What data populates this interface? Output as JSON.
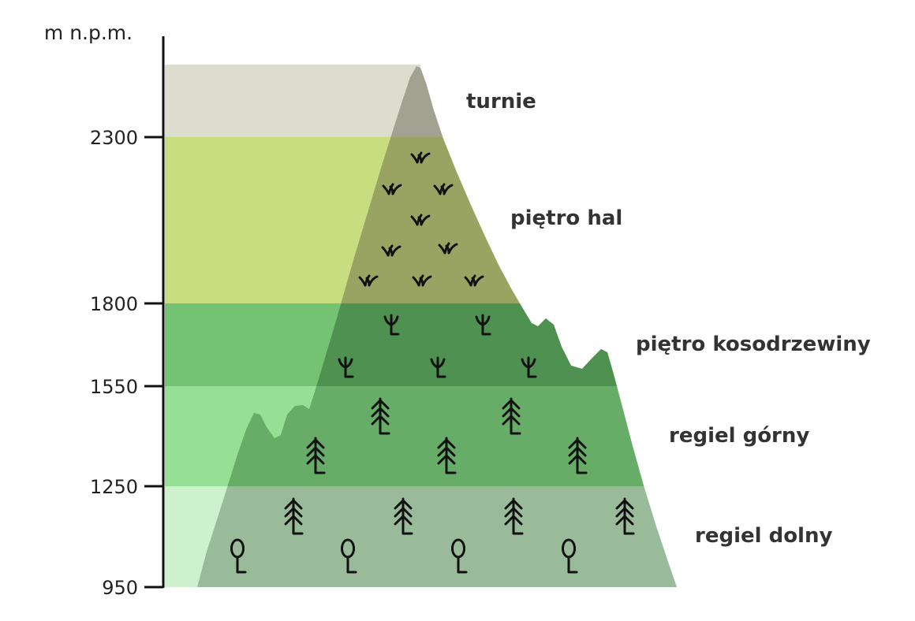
{
  "axis": {
    "unit": "m n.p.m.",
    "ticks": [
      "2300",
      "1800",
      "1550",
      "1250",
      "950"
    ]
  },
  "zones": [
    {
      "key": "turnie",
      "label": "turnie"
    },
    {
      "key": "hal",
      "label": "piętro hal"
    },
    {
      "key": "kosodrzewiny",
      "label": "piętro kosodrzewiny"
    },
    {
      "key": "gorny",
      "label": "regiel górny"
    },
    {
      "key": "dolny",
      "label": "regiel dolny"
    }
  ],
  "colors": {
    "turnie": "#dcdccf",
    "hal": "#c8dc80",
    "kosodrzewiny": "#73c373",
    "gorny": "#96e096",
    "dolny": "#cdf1cd",
    "mountain_top": "#a2a292",
    "mountain_hal": "#9aa462",
    "mountain_koso": "#4f9150",
    "mountain_gorny": "#67ad67",
    "mountain_dolny": "#99bb99"
  }
}
